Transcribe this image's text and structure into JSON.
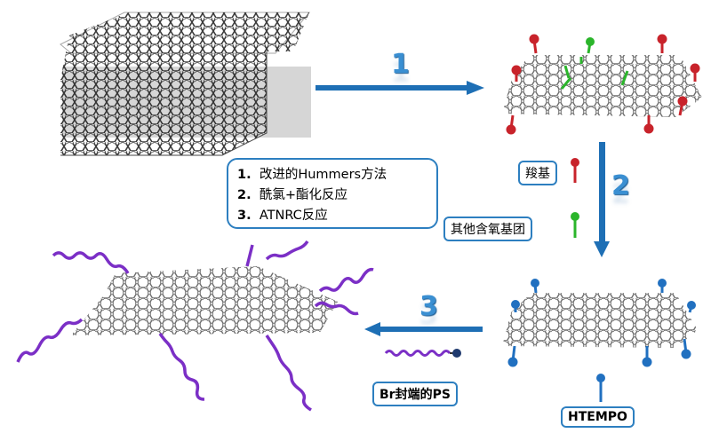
{
  "steps": {
    "item1_num": "1.",
    "item1_text": "改进的Hummers方法",
    "item2_num": "2.",
    "item2_text": "酰氯+酯化反应",
    "item3_num": "3.",
    "item3_text": "ATNRC反应"
  },
  "arrow_numbers": {
    "step1": "1",
    "step2": "2",
    "step3": "3"
  },
  "callouts": {
    "carboxyl": "羧基",
    "other_oxygen": "其他含氧基团",
    "htempo": "HTEMPO",
    "br_ps": "Br封端的PS"
  },
  "colors": {
    "arrow": "#1e6fb5",
    "carboxyl": "#c8232b",
    "other_oxygen": "#2bb52b",
    "htempo": "#2170c0",
    "polymer": "#7b2fc6",
    "lattice": "#707070"
  }
}
